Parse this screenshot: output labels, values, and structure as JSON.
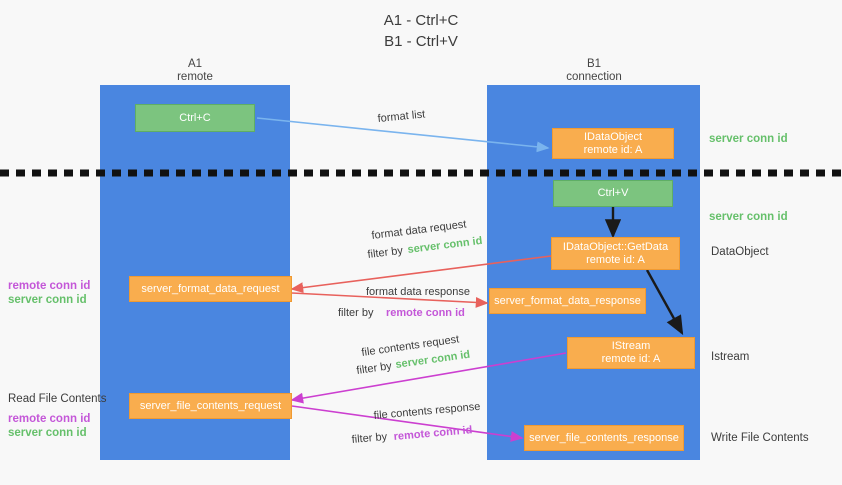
{
  "title": {
    "line1": "A1 - Ctrl+C",
    "line2": "B1 - Ctrl+V"
  },
  "lanes": [
    {
      "name": "A1",
      "sub": "remote"
    },
    {
      "name": "B1",
      "sub": "connection"
    }
  ],
  "boxes": {
    "ctrl_c": "Ctrl+C",
    "ctrl_v": "Ctrl+V",
    "idataobject_l1": "IDataObject",
    "idataobject_l2": "remote id: A",
    "getdata_l1": "IDataObject::GetData",
    "getdata_l2": "remote id: A",
    "istream_l1": "IStream",
    "istream_l2": "remote id: A",
    "server_format_data_request": "server_format_data_request",
    "server_format_data_response": "server_format_data_response",
    "server_file_contents_request": "server_file_contents_request",
    "server_file_contents_response": "server_file_contents_response"
  },
  "annotations": {
    "format_list": "format list",
    "format_data_request": "format data request",
    "format_data_response": "format data response",
    "file_contents_request": "file contents request",
    "file_contents_response": "file contents response",
    "filter_by": "filter by",
    "server_conn_id": "server conn id",
    "remote_conn_id": "remote conn id"
  },
  "side_labels": {
    "right_server_conn_1": "server conn id",
    "right_server_conn_2": "server conn id",
    "right_dataobject": "DataObject",
    "right_istream": "Istream",
    "right_write_file": "Write File Contents",
    "left_remote_conn_1": "remote conn id",
    "left_server_conn_1": "server conn id",
    "left_read_file": "Read File Contents",
    "left_remote_conn_2": "remote conn id",
    "left_server_conn_2": "server conn id"
  },
  "colors": {
    "lane": "#4a86e0",
    "green_box": "#7cc47f",
    "orange_box": "#f9ad4e",
    "server_conn_text": "#66c06b",
    "remote_conn_text": "#c457d8",
    "arrow_blue": "#7ab4ee",
    "arrow_red": "#e8615c",
    "arrow_magenta": "#cc3fd0",
    "arrow_black": "#1a1a1a",
    "divider": "#111111",
    "background": "#f8f8f8"
  }
}
